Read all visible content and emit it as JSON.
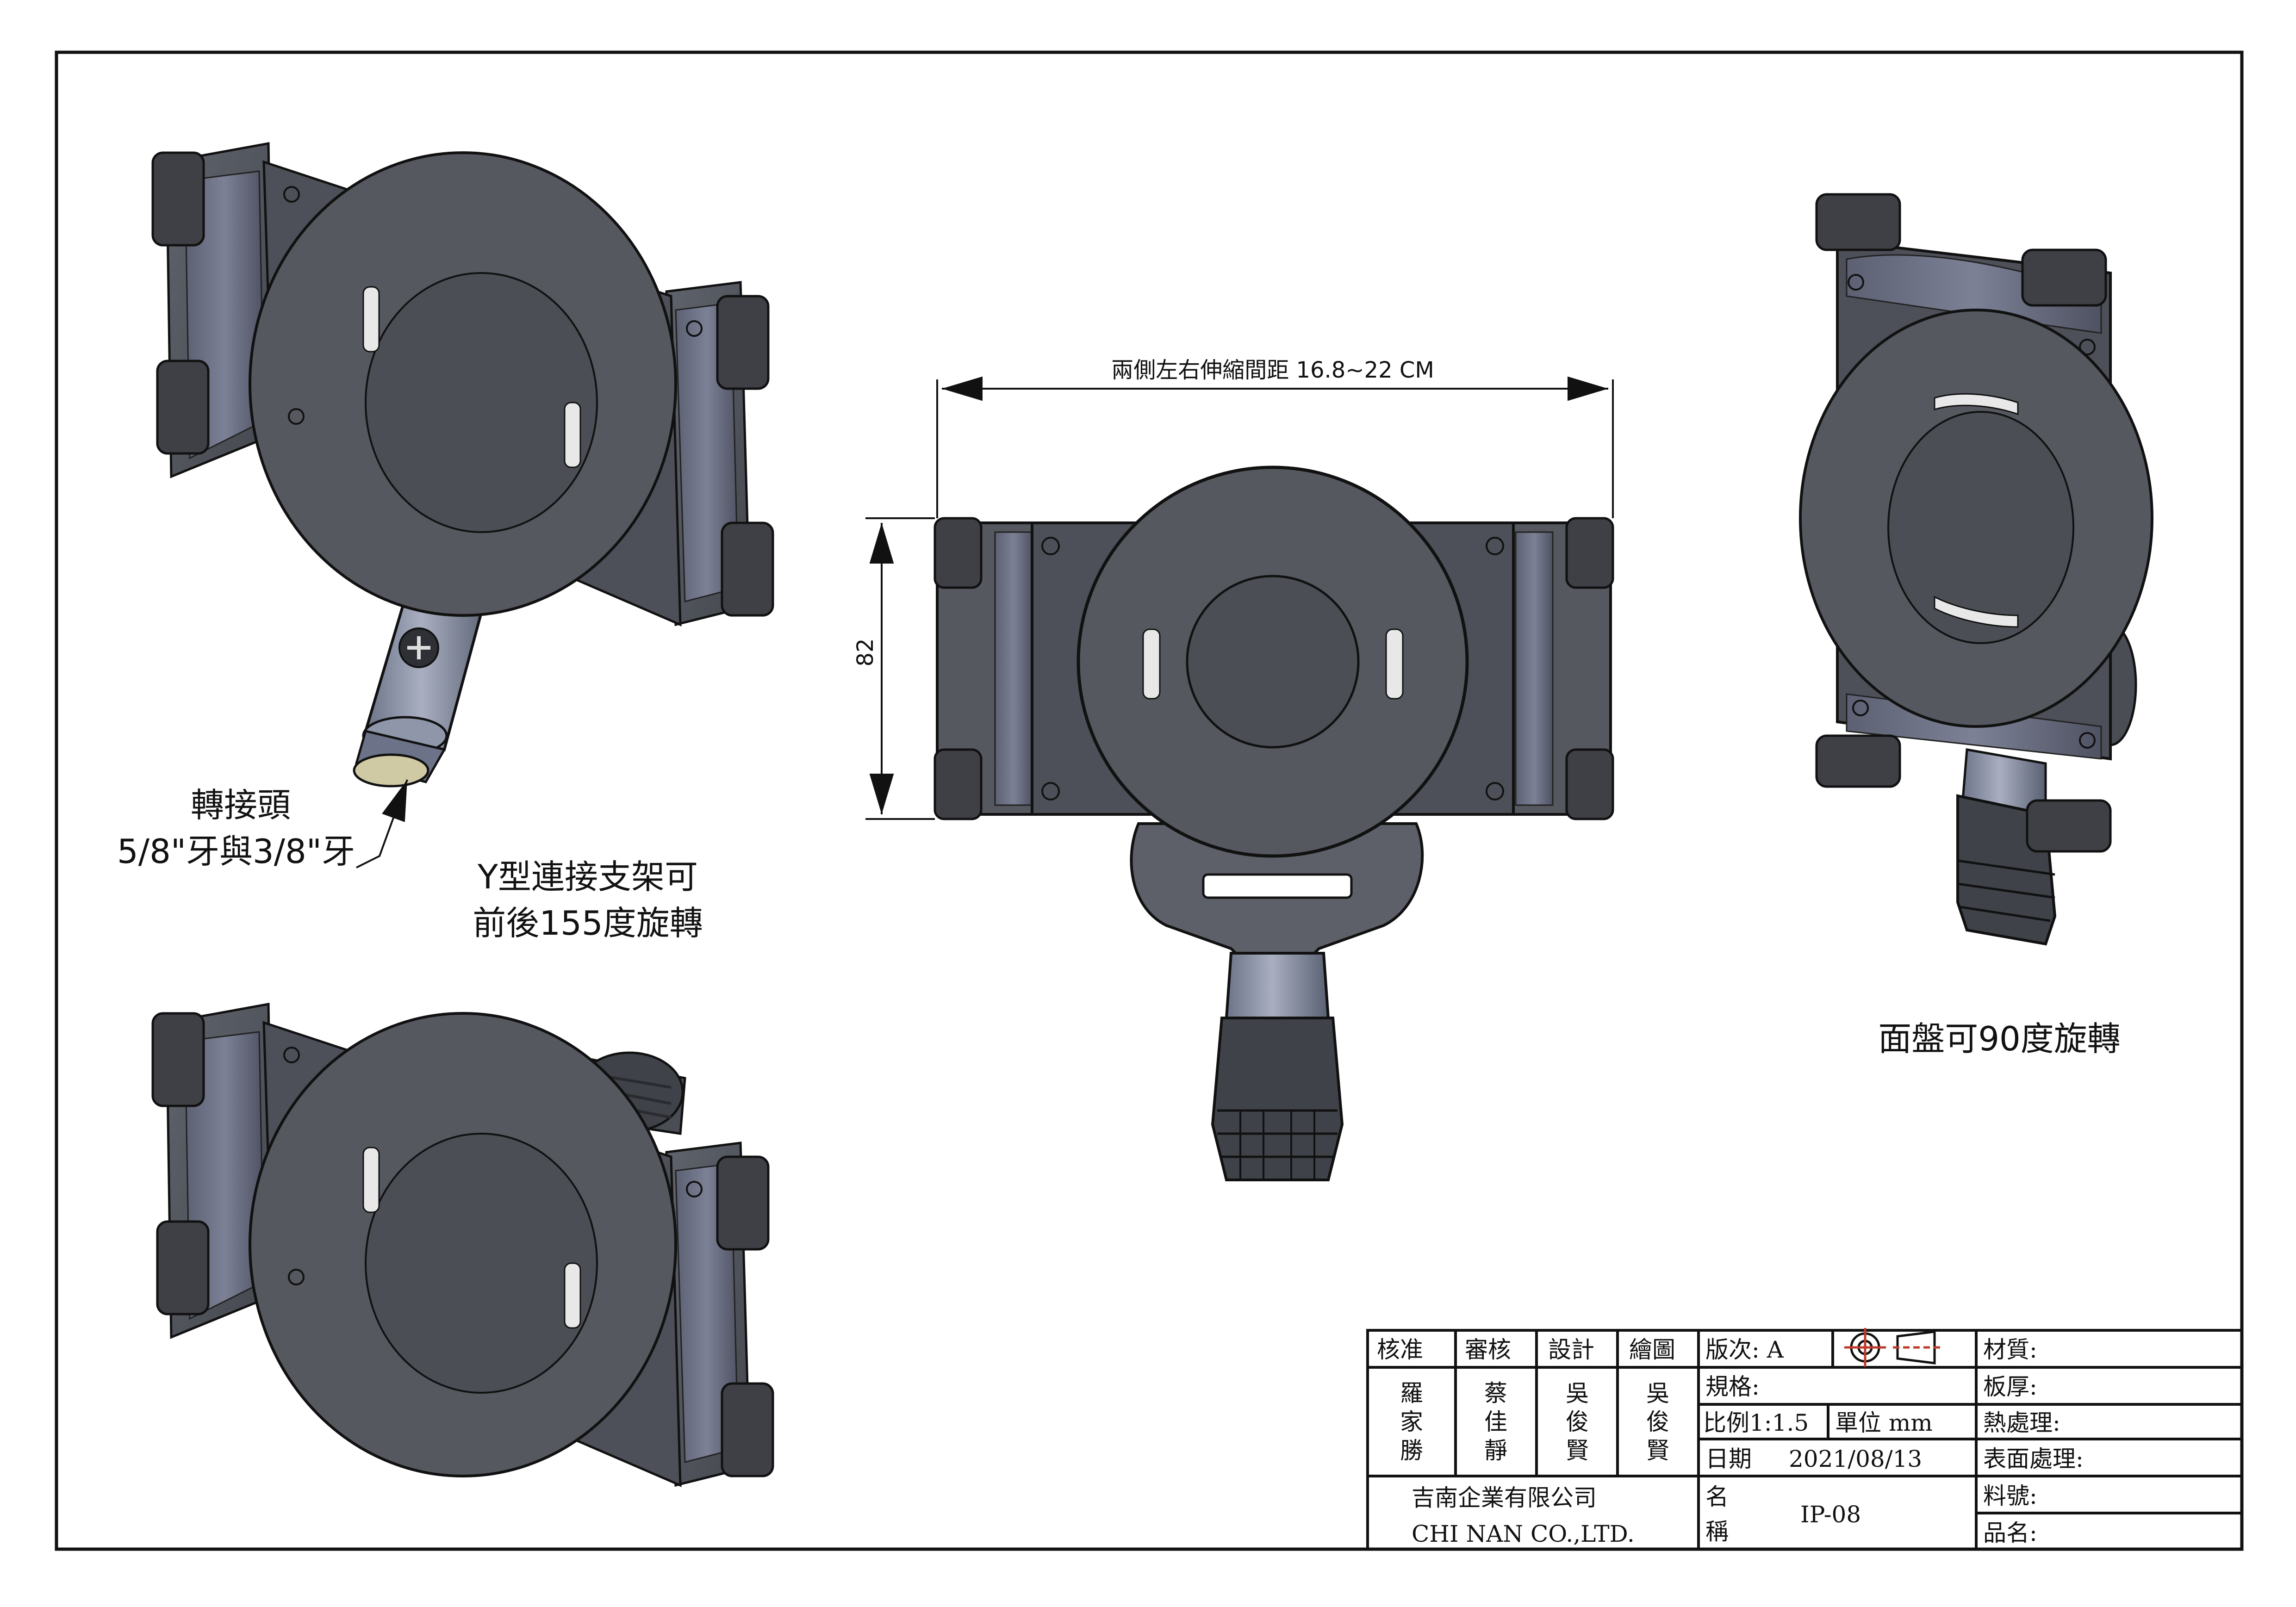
{
  "annotations": {
    "adapter_title": "轉接頭",
    "adapter_thread": "5/8\"牙與3/8\"牙",
    "bracket_line1": "Y型連接支架可",
    "bracket_line2": "前後155度旋轉",
    "faceplate": "面盤可90度旋轉",
    "width_dim": "兩側左右伸縮間距 16.8~22 CM",
    "height_dim": "82"
  },
  "title_block": {
    "headers": {
      "approve": "核准",
      "review": "審核",
      "design": "設計",
      "draw": "繪圖"
    },
    "names": {
      "approve": "羅家勝",
      "review": "蔡佳靜",
      "design": "吳俊賢",
      "draw": "吳俊賢"
    },
    "version": "版次: A",
    "spec": "規格:",
    "scale": "比例1:1.5",
    "unit": "單位 mm",
    "date_label": "日期",
    "date": "2021/08/13",
    "name_label_1": "名",
    "name_label_2": "稱",
    "part_name": "IP-08",
    "company_zh": "吉南企業有限公司",
    "company_en": "CHI NAN CO.,LTD.",
    "material": "材質:",
    "thickness": "板厚:",
    "heat": "熱處理:",
    "surface": "表面處理:",
    "part_no": "料號:",
    "product_name": "品名:"
  },
  "colors": {
    "body_dark": "#4a4d54",
    "body_mid": "#5d6068",
    "plate": "#55585f",
    "rail": "#6a6f80",
    "rubber": "#3b3d42",
    "metal": "#8c93a8",
    "line": "#111111"
  }
}
